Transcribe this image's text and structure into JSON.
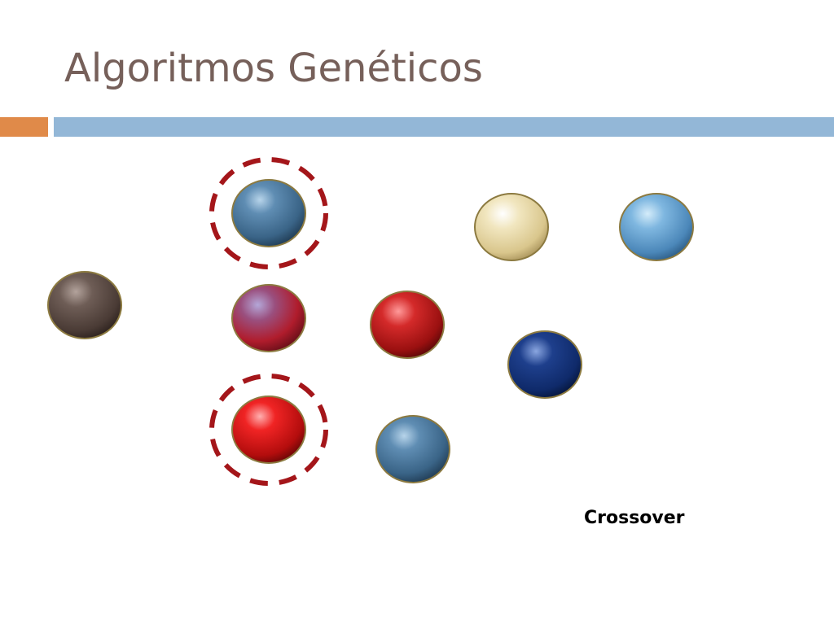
{
  "slide": {
    "title": "Algoritmos Genéticos",
    "caption": "Crossover"
  },
  "colors": {
    "title_text": "#76605a",
    "accent_orange": "#e08a49",
    "accent_blue": "#93b7d7",
    "selection_ring": "#a4161a",
    "sphere_rim": "#8c7a40"
  },
  "spheres": [
    {
      "name": "sphere-steel-blue-selected",
      "color": "steel-blue",
      "selected": true
    },
    {
      "name": "sphere-cream",
      "color": "cream",
      "selected": false
    },
    {
      "name": "sphere-light-blue",
      "color": "light-blue",
      "selected": false
    },
    {
      "name": "sphere-dark-brown",
      "color": "dark-brown",
      "selected": false
    },
    {
      "name": "sphere-purple-red",
      "color": "purple-red",
      "selected": false
    },
    {
      "name": "sphere-red",
      "color": "red",
      "selected": false
    },
    {
      "name": "sphere-navy",
      "color": "navy",
      "selected": false
    },
    {
      "name": "sphere-bright-red-selected",
      "color": "bright-red",
      "selected": true
    },
    {
      "name": "sphere-steel-blue",
      "color": "steel-blue",
      "selected": false
    }
  ]
}
